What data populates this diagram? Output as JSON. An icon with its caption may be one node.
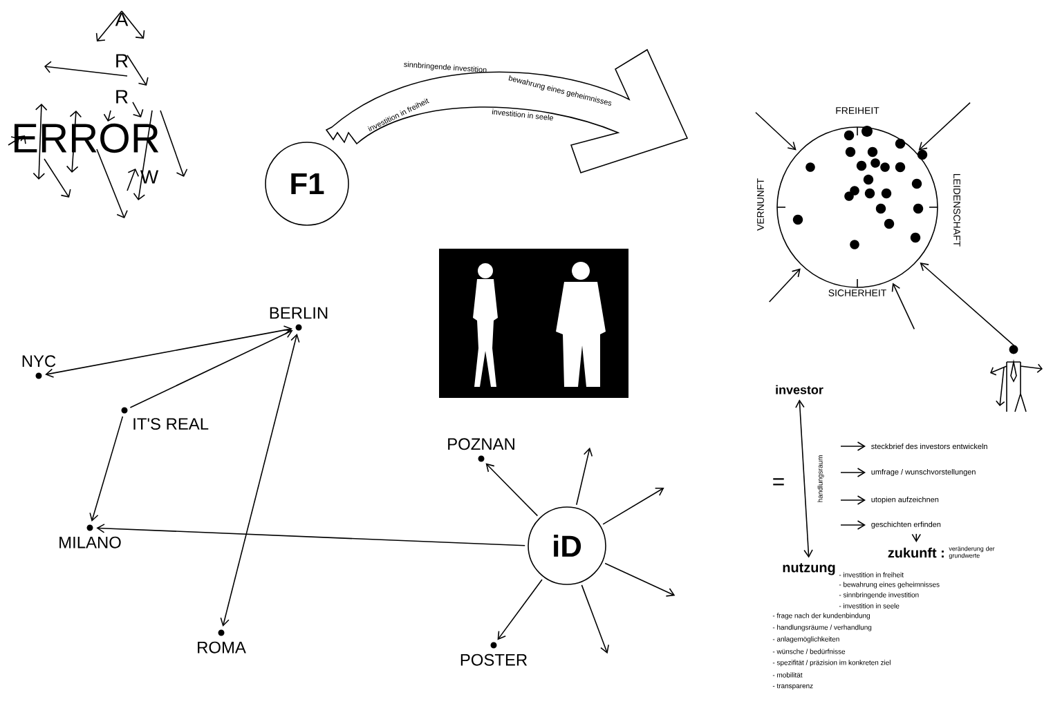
{
  "diagram": {
    "nodes": [
      {
        "text": [
          "F1"
        ]
      },
      {
        "text": [
          "sinnbringende investition",
          "bewahrung eines geheimnisses",
          "investition in freiheit",
          "investition in seele"
        ]
      },
      {
        "text": [
          "BERLIN"
        ]
      },
      {
        "text": [
          "NYC"
        ]
      },
      {
        "text": [
          "IT'S REAL"
        ]
      },
      {
        "text": [
          "MILANO"
        ]
      },
      {
        "text": [
          "ROMA"
        ]
      },
      {
        "text": [
          "POZNAN"
        ]
      },
      {
        "text": [
          "POSTER"
        ]
      },
      {
        "text": [
          "iD"
        ]
      },
      {
        "text": [],
        "shape": "picture"
      },
      {
        "text": [
          "FREIHEIT",
          "LEIDENSCHAFT",
          "SICHERHEIT",
          "VERNUNFT"
        ]
      },
      {
        "text": [],
        "shape": "person"
      },
      {
        "text": [
          "investor"
        ]
      },
      {
        "text": [
          "nutzung"
        ]
      },
      {
        "text": [
          "steckbrief des investors entwickeln"
        ]
      },
      {
        "text": [
          "umfrage / wunschvorstellungen"
        ]
      },
      {
        "text": [
          "utopien aufzeichnen"
        ]
      },
      {
        "text": [
          "geschichten erfinden"
        ]
      },
      {
        "text": [
          "zukunft :",
          "veränderung der grundwerte"
        ]
      }
    ],
    "edges": [
      {
        "from": 3,
        "to": 2,
        "arrow": "both"
      },
      {
        "from": 4,
        "to": 2,
        "arrow": "to"
      },
      {
        "from": 4,
        "to": 5,
        "arrow": "to"
      },
      {
        "from": 2,
        "to": 6,
        "arrow": "both"
      },
      {
        "from": 9,
        "to": 5,
        "arrow": "to"
      },
      {
        "from": 9,
        "to": 7,
        "arrow": "to"
      },
      {
        "from": 9,
        "to": 8,
        "arrow": "to"
      },
      {
        "from": 9,
        "to": null,
        "arrow": "to"
      },
      {
        "from": 9,
        "to": null,
        "arrow": "to"
      },
      {
        "from": 9,
        "to": null,
        "arrow": "to"
      },
      {
        "from": 9,
        "to": null,
        "arrow": "to"
      },
      {
        "from": null,
        "to": 11,
        "arrow": "to"
      },
      {
        "from": null,
        "to": 11,
        "arrow": "to"
      },
      {
        "from": null,
        "to": 11,
        "arrow": "to"
      },
      {
        "from": null,
        "to": 11,
        "arrow": "to"
      },
      {
        "from": 12,
        "to": 11,
        "arrow": "to"
      },
      {
        "from": 13,
        "to": 14,
        "arrow": "both",
        "label": "handlungsraum"
      },
      {
        "from": null,
        "to": 15,
        "arrow": "to"
      },
      {
        "from": null,
        "to": 16,
        "arrow": "to"
      },
      {
        "from": null,
        "to": 17,
        "arrow": "to"
      },
      {
        "from": null,
        "to": 18,
        "arrow": "to"
      },
      {
        "from": 18,
        "to": 19,
        "arrow": "to"
      }
    ],
    "labels": [
      "A",
      "R",
      "R",
      "ERROR",
      "W",
      "=",
      "- investition in freiheit",
      "- bewahrung eines geheimnisses",
      "- sinnbringende investition",
      "- investition in seele",
      "- frage nach der kundenbindung",
      "- handlungsräume / verhandlung",
      "- anlagemöglichkeiten",
      "- wünsche / bedürfnisse",
      "- spezifität / präzision im konkreten ziel",
      "- mobilität",
      "- transparenz"
    ]
  }
}
